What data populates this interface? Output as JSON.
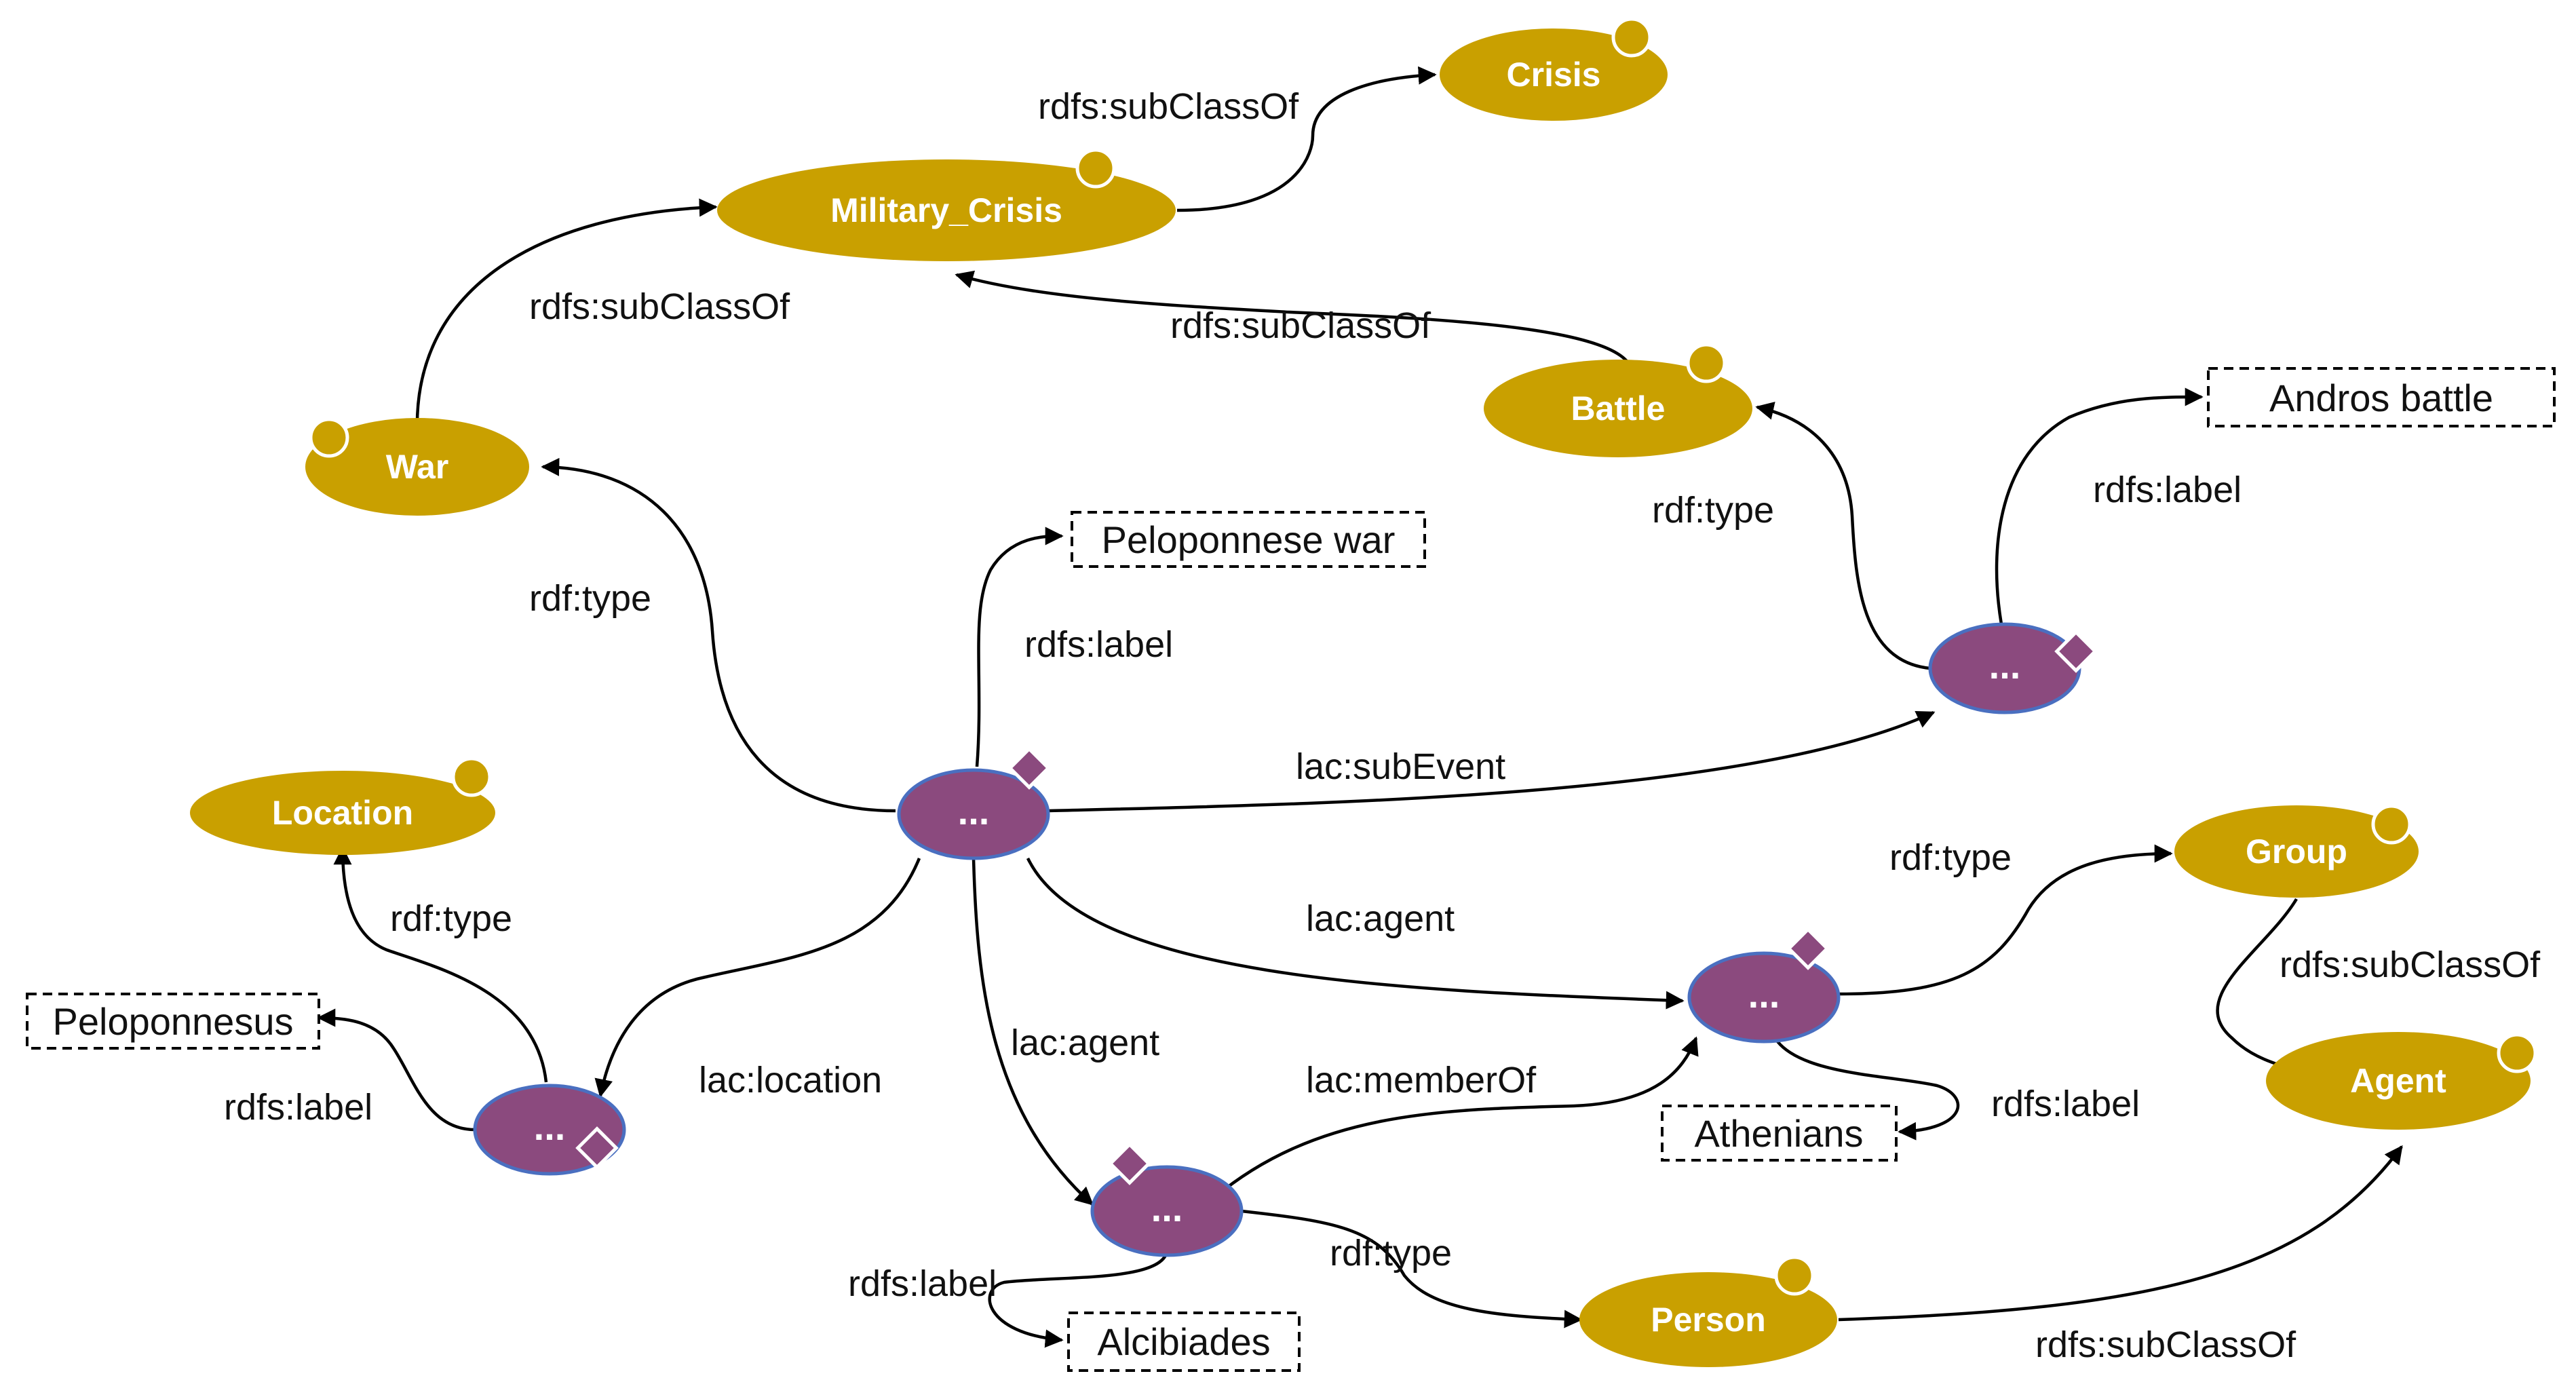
{
  "colors": {
    "class": "#c9a000",
    "instance": "#8b4a7e",
    "instance_border": "#4a6fc0",
    "edge": "#000000",
    "literal_border": "#000000"
  },
  "classes": {
    "crisis": "Crisis",
    "military_crisis": "Military_Crisis",
    "war": "War",
    "battle": "Battle",
    "location": "Location",
    "group": "Group",
    "agent": "Agent",
    "person": "Person"
  },
  "instances": {
    "peloponnese_war": "...",
    "andros_battle": "...",
    "peloponnesus": "...",
    "athenians": "...",
    "alcibiades": "..."
  },
  "literals": {
    "peloponnese_war": "Peloponnese war",
    "andros_battle": "Andros battle",
    "peloponnesus": "Peloponnesus",
    "athenians": "Athenians",
    "alcibiades": "Alcibiades"
  },
  "edges": {
    "mc_crisis": "rdfs:subClassOf",
    "war_mc": "rdfs:subClassOf",
    "battle_mc": "rdfs:subClassOf",
    "war_type": "rdf:type",
    "battle_type": "rdf:type",
    "andros_label": "rdfs:label",
    "pw_label": "rdfs:label",
    "sub_event": "lac:subEvent",
    "location_type": "rdf:type",
    "pelo_label": "rdfs:label",
    "location": "lac:location",
    "agent_athenians": "lac:agent",
    "agent_alcibiades": "lac:agent",
    "group_type": "rdf:type",
    "group_agent": "rdfs:subClassOf",
    "athenians_label": "rdfs:label",
    "member_of": "lac:memberOf",
    "person_type": "rdf:type",
    "alc_label": "rdfs:label",
    "person_agent": "rdfs:subClassOf"
  }
}
